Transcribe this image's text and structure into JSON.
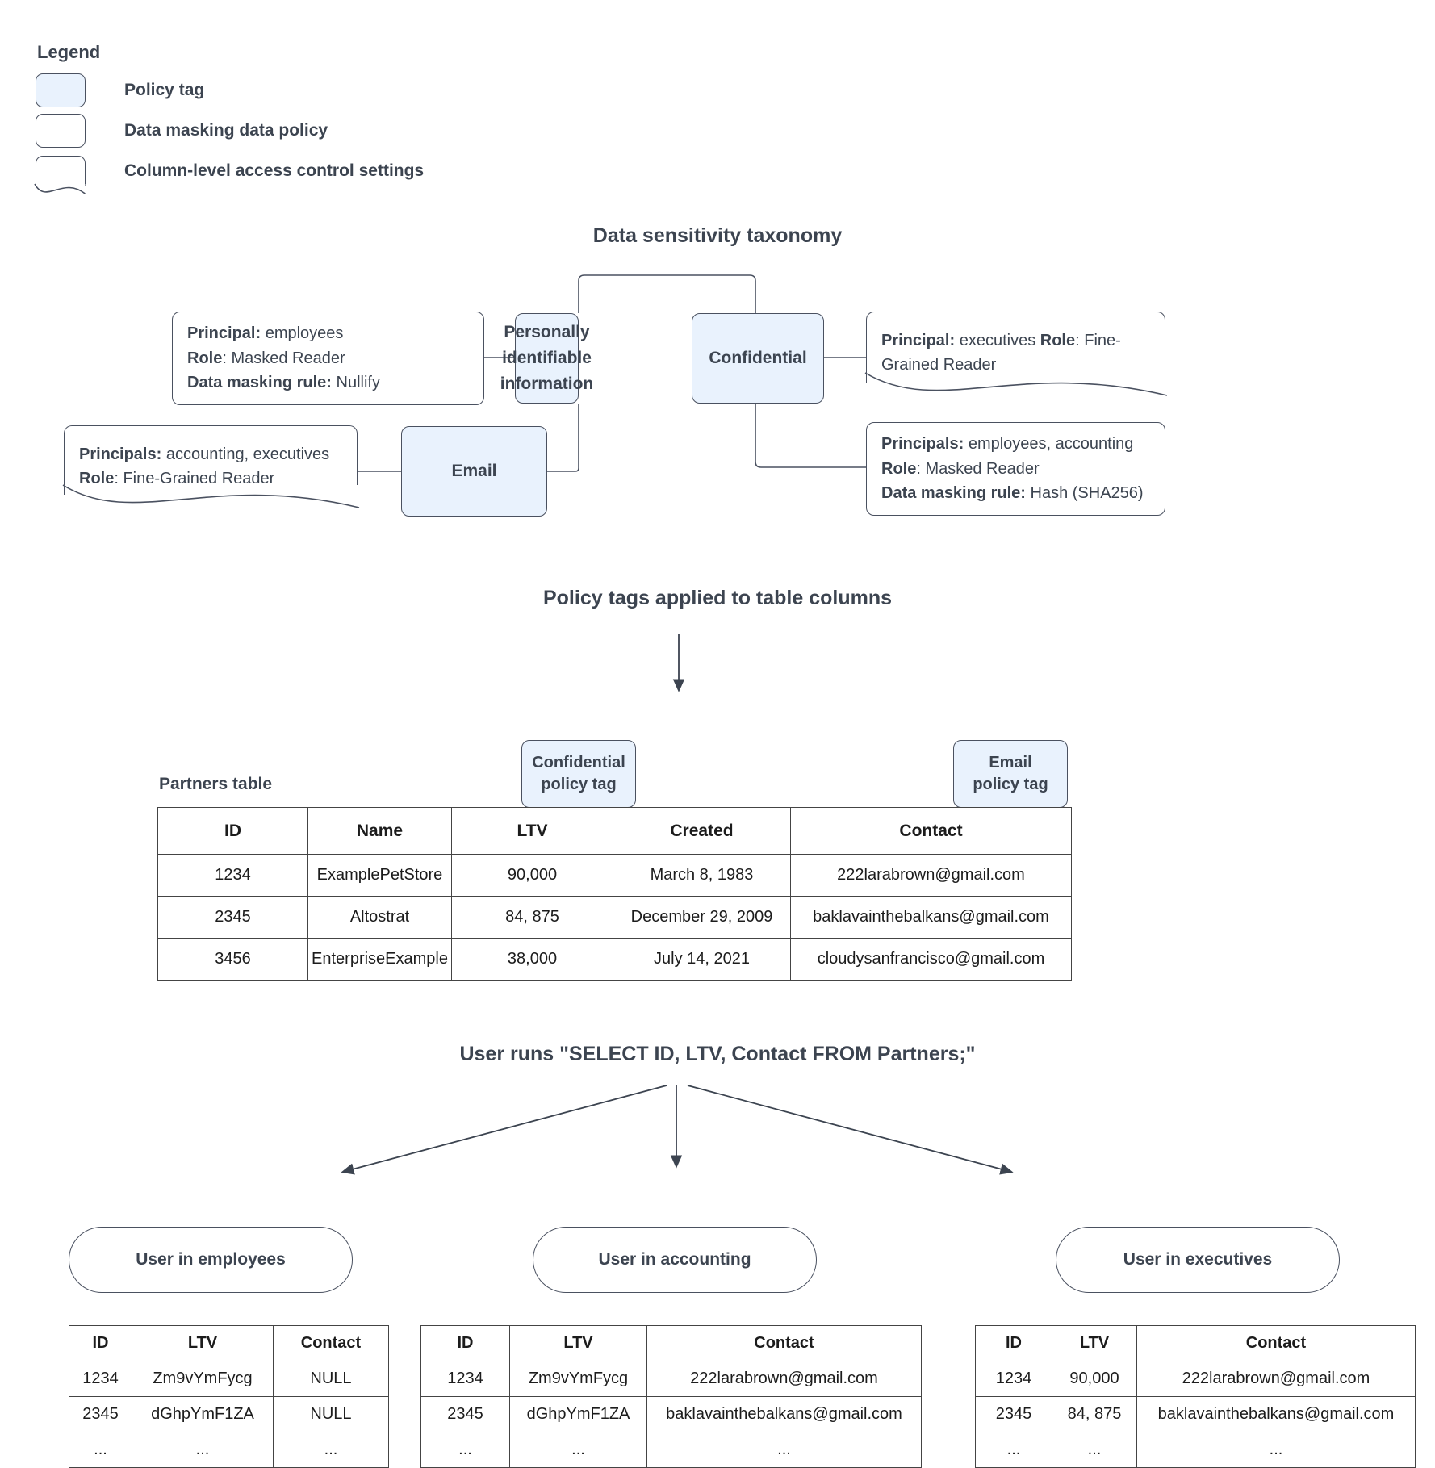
{
  "legend": {
    "title": "Legend",
    "items": [
      {
        "label": "Policy tag",
        "swatch": "policy-tag-swatch"
      },
      {
        "label": "Data masking data policy",
        "swatch": "data-masking-swatch"
      },
      {
        "label": "Column-level access control settings",
        "swatch": "column-access-swatch"
      }
    ]
  },
  "taxonomy": {
    "title": "Data sensitivity taxonomy",
    "tags": {
      "pii": "Personally identifiable information",
      "confidential": "Confidential",
      "email": "Email"
    },
    "pii_masking_policy": {
      "line1_label": "Principal:",
      "line1_value": " employees",
      "line2_label": "Role",
      "line2_value": ": Masked Reader",
      "line3_label": "Data masking rule:",
      "line3_value": " Nullify"
    },
    "email_access_policy": {
      "line1_label": "Principals:",
      "line1_value": " accounting, executives",
      "line2_label": "Role",
      "line2_value": ": Fine-Grained Reader"
    },
    "confidential_access_policy": {
      "line1_label": "Principal:",
      "line1_value": " executives",
      "line2_label": "Role",
      "line2_value": ": Fine-Grained Reader"
    },
    "confidential_masking_policy": {
      "line1_label": "Principals:",
      "line1_value": " employees, accounting",
      "line2_label": "Role",
      "line2_value": ": Masked Reader",
      "line3_label": "Data masking rule:",
      "line3_value": " Hash (SHA256)"
    }
  },
  "applied": {
    "title": "Policy tags applied to table columns",
    "caption": "Partners table",
    "tag_confidential_line1": "Confidential",
    "tag_confidential_line2": "policy tag",
    "tag_email_line1": "Email",
    "tag_email_line2": "policy tag",
    "columns": [
      "ID",
      "Name",
      "LTV",
      "Created",
      "Contact"
    ],
    "rows": [
      [
        "1234",
        "ExamplePetStore",
        "90,000",
        "March 8, 1983",
        "222larabrown@gmail.com"
      ],
      [
        "2345",
        "Altostrat",
        "84, 875",
        "December 29, 2009",
        "baklavainthebalkans@gmail.com"
      ],
      [
        "3456",
        "EnterpriseExample",
        "38,000",
        "July 14, 2021",
        "cloudysanfrancisco@gmail.com"
      ]
    ]
  },
  "query": {
    "title": "User runs \"SELECT ID, LTV, Contact FROM Partners;\""
  },
  "results": [
    {
      "persona": "User in employees",
      "columns": [
        "ID",
        "LTV",
        "Contact"
      ],
      "rows": [
        [
          "1234",
          "Zm9vYmFycg",
          "NULL"
        ],
        [
          "2345",
          "dGhpYmF1ZA",
          "NULL"
        ],
        [
          "...",
          "...",
          "..."
        ]
      ]
    },
    {
      "persona": "User in accounting",
      "columns": [
        "ID",
        "LTV",
        "Contact"
      ],
      "rows": [
        [
          "1234",
          "Zm9vYmFycg",
          "222larabrown@gmail.com"
        ],
        [
          "2345",
          "dGhpYmF1ZA",
          "baklavainthebalkans@gmail.com"
        ],
        [
          "...",
          "...",
          "..."
        ]
      ]
    },
    {
      "persona": "User in executives",
      "columns": [
        "ID",
        "LTV",
        "Contact"
      ],
      "rows": [
        [
          "1234",
          "90,000",
          "222larabrown@gmail.com"
        ],
        [
          "2345",
          "84, 875",
          "baklavainthebalkans@gmail.com"
        ],
        [
          "...",
          "...",
          "..."
        ]
      ]
    }
  ],
  "colors": {
    "policy_tag_fill": "#e9f2fd",
    "stroke": "#4a5160",
    "text": "#3c4450"
  }
}
